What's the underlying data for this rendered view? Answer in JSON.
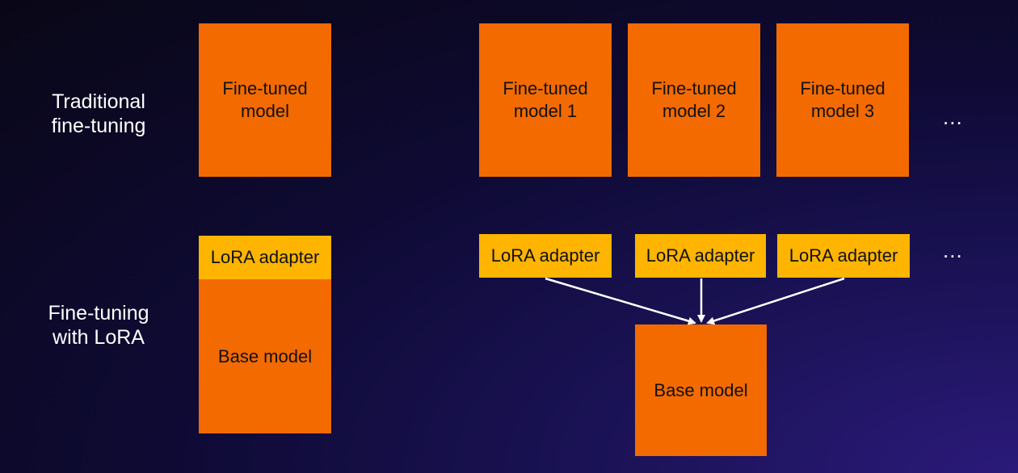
{
  "rows": {
    "traditional_label": "Traditional\nfine-tuning",
    "lora_label": "Fine-tuning\nwith LoRA"
  },
  "traditional": {
    "single_model": "Fine-tuned\nmodel",
    "models": [
      "Fine-tuned\nmodel 1",
      "Fine-tuned\nmodel 2",
      "Fine-tuned\nmodel 3"
    ],
    "more": "..."
  },
  "lora": {
    "single_adapter": "LoRA adapter",
    "single_base": "Base model",
    "adapters": [
      "LoRA adapter",
      "LoRA adapter",
      "LoRA adapter"
    ],
    "more": "...",
    "shared_base": "Base model"
  },
  "colors": {
    "model_box": "#f26a00",
    "adapter_box": "#ffb400",
    "arrow": "#ffffff"
  }
}
